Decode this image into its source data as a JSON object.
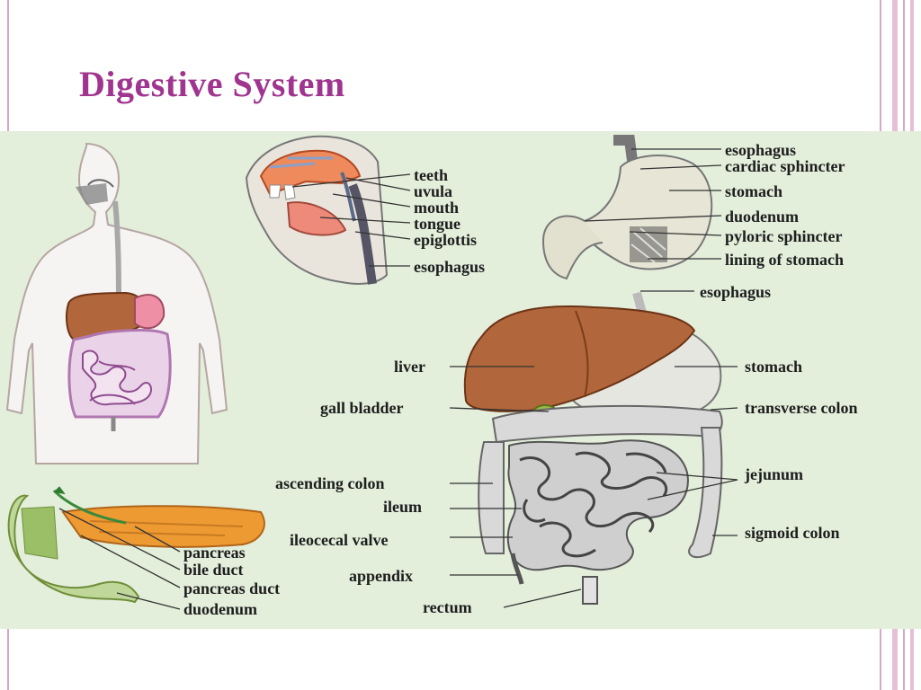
{
  "slide": {
    "title": "Digestive System"
  },
  "labels": {
    "mouth_section": {
      "teeth": "teeth",
      "uvula": "uvula",
      "mouth": "mouth",
      "tongue": "tongue",
      "epiglottis": "epiglottis",
      "esophagus": "esophagus"
    },
    "stomach_section": {
      "esophagus": "esophagus",
      "cardiac_sphincter": "cardiac sphincter",
      "stomach": "stomach",
      "duodenum": "duodenum",
      "pyloric_sphincter": "pyloric sphincter",
      "lining_of_stomach": "lining of stomach"
    },
    "main_section": {
      "esophagus": "esophagus",
      "liver": "liver",
      "stomach": "stomach",
      "gall_bladder": "gall bladder",
      "transverse_colon": "transverse colon",
      "ascending_colon": "ascending colon",
      "jejunum": "jejunum",
      "ileum": "ileum",
      "ileocecal_valve": "ileocecal valve",
      "sigmoid_colon": "sigmoid colon",
      "appendix": "appendix",
      "rectum": "rectum"
    },
    "pancreas_section": {
      "pancreas": "pancreas",
      "bile_duct": "bile duct",
      "pancreas_duct": "pancreas duct",
      "duodenum": "duodenum"
    }
  },
  "colors": {
    "title": "#a0358f",
    "panel": "#e3eedb",
    "frame": "#d8a7c6",
    "liver": "#b2663b",
    "intestine": "#d4d4d4",
    "pancreas": "#ee9a32"
  }
}
